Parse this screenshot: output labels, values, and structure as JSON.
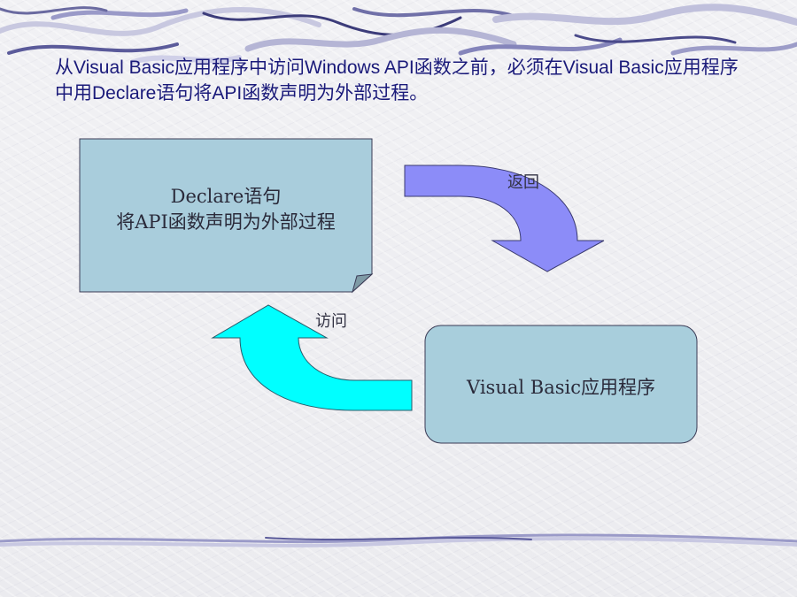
{
  "slide": {
    "intro_text": "从Visual Basic应用程序中访问Windows API函数之前，必须在Visual Basic应用程序中用Declare语句将API函数声明为外部过程。"
  },
  "diagram": {
    "declare_box": {
      "line1": "Declare语句",
      "line2": "将API函数声明为外部过程"
    },
    "vb_box": {
      "text": "Visual Basic应用程序"
    },
    "return_label": "返回",
    "access_label": "访问"
  },
  "colors": {
    "declare_fill": "#a9cddc",
    "vb_fill": "#a8cedc",
    "return_arrow": "#8c8cf8",
    "access_arrow": "#00ffff",
    "intro_text": "#1a1a7a"
  },
  "icons": {
    "return_arrow": "curved-arrow-down-icon",
    "access_arrow": "curved-arrow-up-icon"
  }
}
